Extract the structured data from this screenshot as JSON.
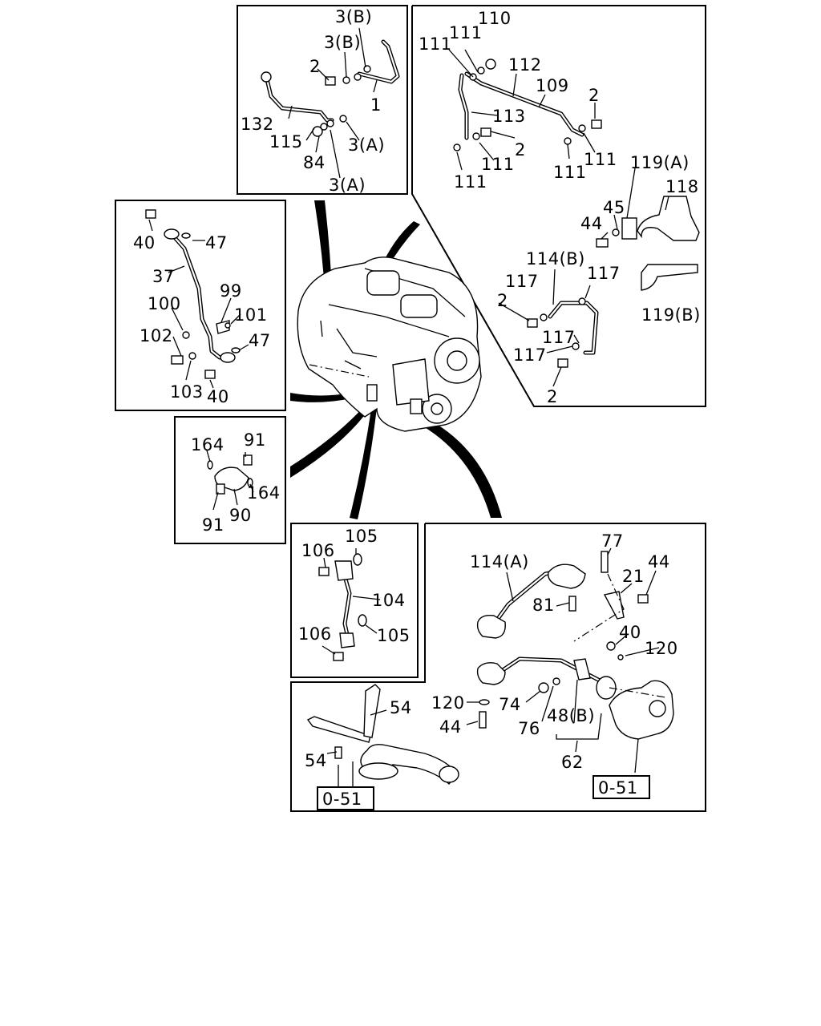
{
  "callouts": {
    "tl_3B_1": "3(B)",
    "tl_3B_2": "3(B)",
    "tl_2": "2",
    "tl_1": "1",
    "tl_132": "132",
    "tl_115": "115",
    "tl_84": "84",
    "tl_3A_1": "3(A)",
    "tl_3A_2": "3(A)",
    "tr_110": "110",
    "tr_111a": "111",
    "tr_111b": "111",
    "tr_112": "112",
    "tr_109": "109",
    "tr_2a": "2",
    "tr_113": "113",
    "tr_2b": "2",
    "tr_111c": "111",
    "tr_111d": "111",
    "tr_111e": "111",
    "tr_111f": "111",
    "tr_119A": "119(A)",
    "tr_118": "118",
    "tr_45": "45",
    "tr_44": "44",
    "tr_114B": "114(B)",
    "tr_117a": "117",
    "tr_117b": "117",
    "tr_2c": "2",
    "tr_119B": "119(B)",
    "tr_117c": "117",
    "tr_117d": "117",
    "tr_2d": "2",
    "l_40a": "40",
    "l_47a": "47",
    "l_37": "37",
    "l_99": "99",
    "l_100": "100",
    "l_101": "101",
    "l_102": "102",
    "l_47b": "47",
    "l_103": "103",
    "l_40b": "40",
    "s_164a": "164",
    "s_91a": "91",
    "s_164b": "164",
    "s_91b": "91",
    "s_90": "90",
    "m_106a": "106",
    "m_105a": "105",
    "m_104": "104",
    "m_106b": "106",
    "m_105b": "105",
    "br_114A": "114(A)",
    "br_77": "77",
    "br_44a": "44",
    "br_21": "21",
    "br_81": "81",
    "br_40": "40",
    "br_120a": "120",
    "br_120b": "120",
    "br_74": "74",
    "br_44b": "44",
    "br_76": "76",
    "br_48B": "48(B)",
    "br_62": "62",
    "br_051": "0-51",
    "bl_54a": "54",
    "bl_54b": "54",
    "bl_051": "0-51"
  }
}
